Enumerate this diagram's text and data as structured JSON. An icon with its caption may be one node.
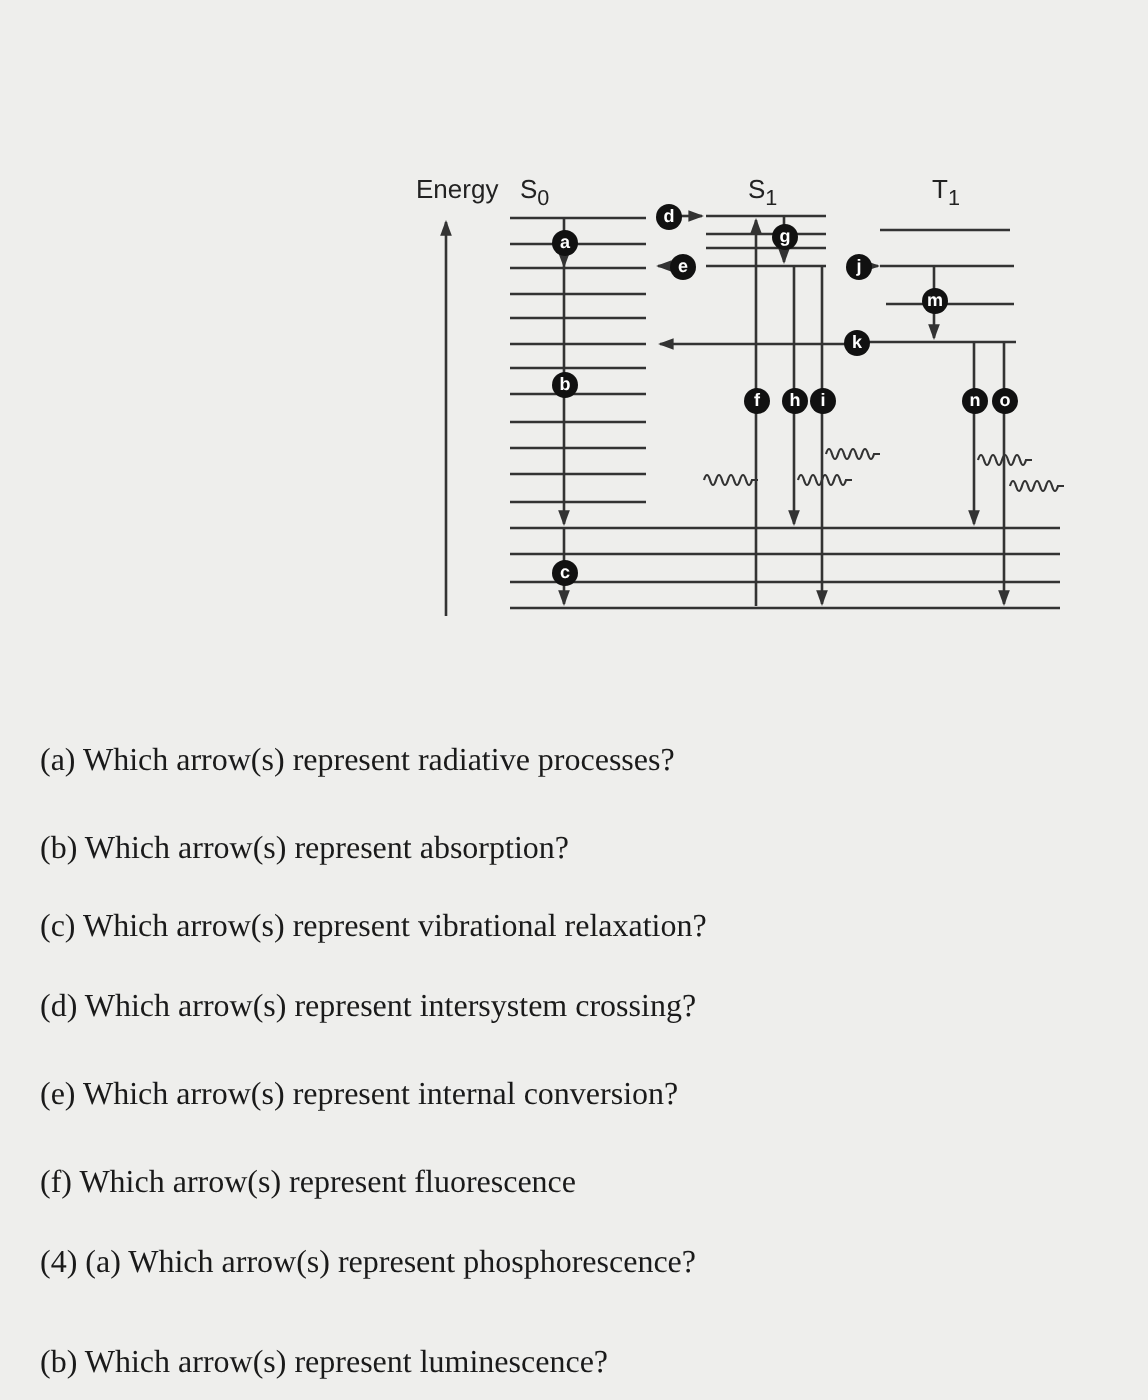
{
  "diagram": {
    "labels": [
      "Energy",
      "S$_{0}$",
      "S$_{1}$",
      "T$_{1}$",
      "a",
      "b",
      "c",
      "d",
      "e",
      "f",
      "g",
      "h",
      "i",
      "j",
      "k",
      "m",
      "n",
      "o",
      "(a) Which arrow(s) represent radiative processes?",
      "(b) Which arrow(s) represent absorption?",
      "(c) Which arrow(s) represent vibrational relaxation?",
      "(d) Which arrow(s) represent intersystem crossing?",
      "(e) Which arrow(s) represent internal conversion?",
      "(f) Which arrow(s) represent fluorescence",
      "(4) (a) Which arrow(s) represent phosphorescence?",
      "(b) Which arrow(s) represent luminescence?"
    ]
  }
}
